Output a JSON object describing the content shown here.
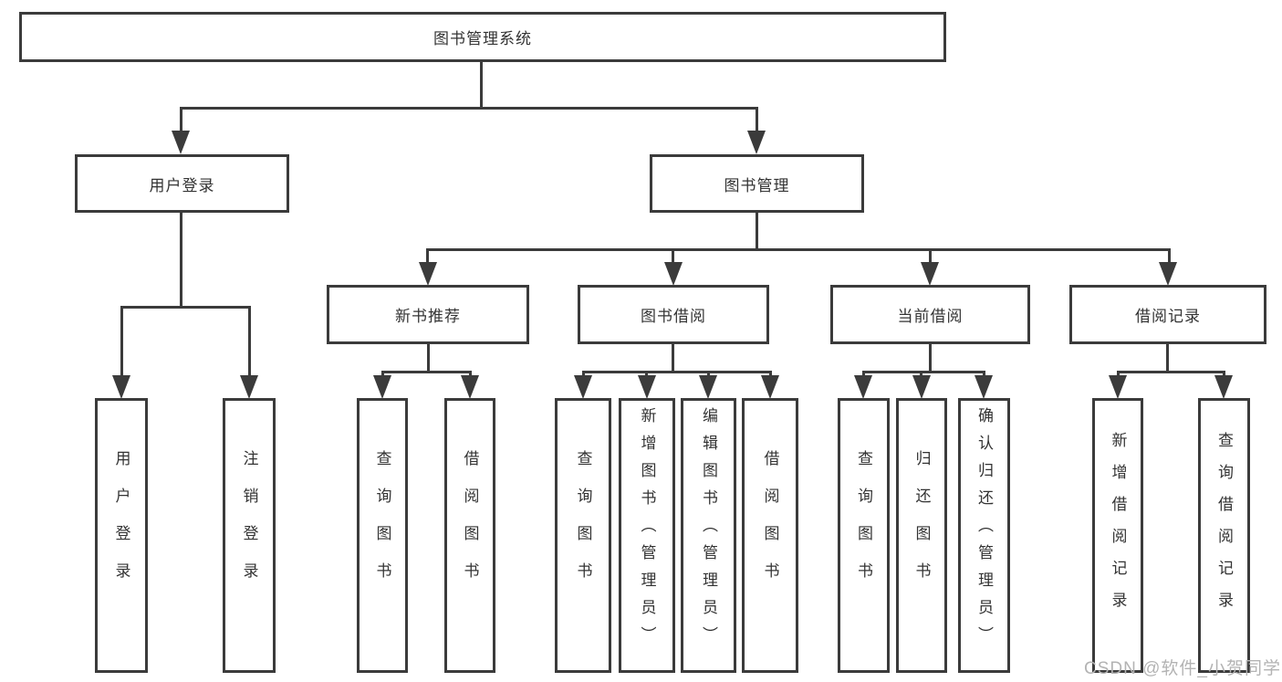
{
  "watermark": "CSDN @软件_小贺同学",
  "colors": {
    "line": "#3b3b3b",
    "text": "#333333",
    "watermark": "#b3b3b3",
    "background": "#ffffff"
  },
  "tree": {
    "label": "图书管理系统",
    "children": [
      {
        "label": "用户登录",
        "children": [
          {
            "label": "用户登录"
          },
          {
            "label": "注销登录"
          }
        ]
      },
      {
        "label": "图书管理",
        "children": [
          {
            "label": "新书推荐",
            "children": [
              {
                "label": "查询图书"
              },
              {
                "label": "借阅图书"
              }
            ]
          },
          {
            "label": "图书借阅",
            "children": [
              {
                "label": "查询图书"
              },
              {
                "label": "新增图书（管理员）"
              },
              {
                "label": "编辑图书（管理员）"
              },
              {
                "label": "借阅图书"
              }
            ]
          },
          {
            "label": "当前借阅",
            "children": [
              {
                "label": "查询图书"
              },
              {
                "label": "归还图书"
              },
              {
                "label": "确认归还（管理员）"
              }
            ]
          },
          {
            "label": "借阅记录",
            "children": [
              {
                "label": "新增借阅记录"
              },
              {
                "label": "查询借阅记录"
              }
            ]
          }
        ]
      }
    ]
  }
}
